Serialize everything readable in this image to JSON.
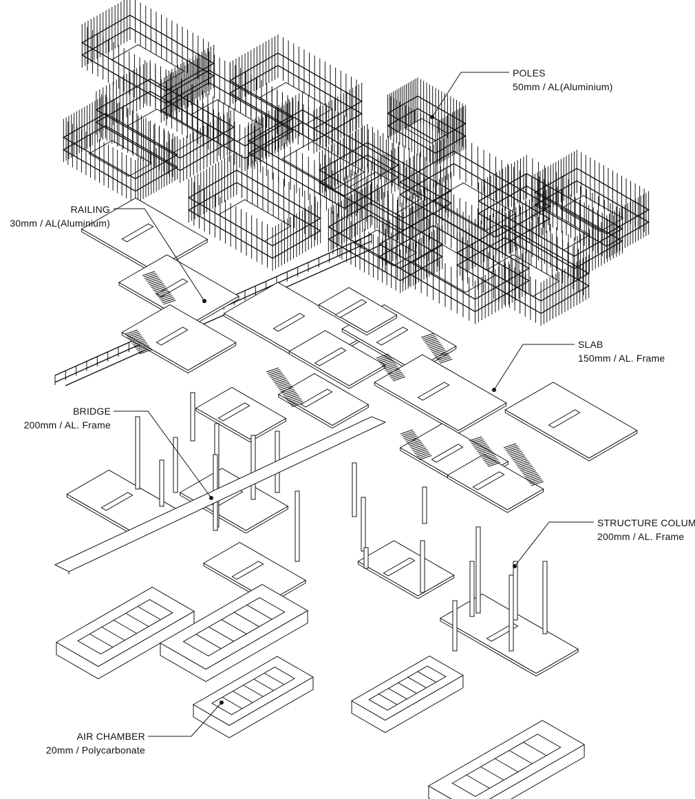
{
  "labels": {
    "poles": {
      "name": "POLES",
      "spec": "50mm / AL(Aluminium)"
    },
    "railing": {
      "name": "RAILING",
      "spec": "30mm / AL(Aluminium)"
    },
    "slab": {
      "name": "SLAB",
      "spec": "150mm / AL. Frame"
    },
    "bridge": {
      "name": "BRIDGE",
      "spec": "200mm / AL. Frame"
    },
    "structure": {
      "name": "STRUCTURE COLUMN",
      "spec": "200mm / AL. Frame"
    },
    "air": {
      "name": "AIR CHAMBER",
      "spec": "20mm / Polycarbonate"
    }
  },
  "colors": {
    "line": "#111111",
    "background": "#ffffff"
  }
}
